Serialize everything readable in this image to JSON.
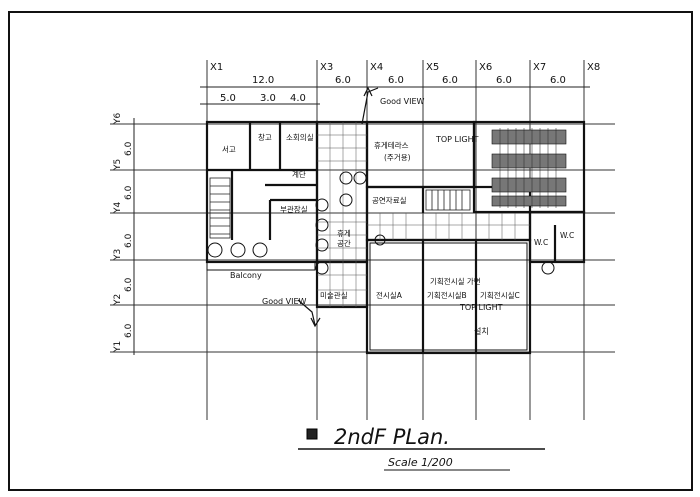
{
  "grid": {
    "x_labels": [
      "X1",
      "X3",
      "X4",
      "X5",
      "X6",
      "X7",
      "X8"
    ],
    "y_labels": [
      "Y1",
      "Y2",
      "Y3",
      "Y4",
      "Y5",
      "Y6"
    ],
    "spans_top": [
      "12.0",
      "6.0",
      "6.0",
      "6.0",
      "6.0",
      "6.0"
    ],
    "spans_sub": [
      "5.0",
      "3.0",
      "4.0"
    ],
    "spans_left": [
      "6.0",
      "6.0",
      "6.0",
      "6.0",
      "6.0"
    ]
  },
  "rooms": {
    "r1": "서고",
    "r2": "창고",
    "r3": "소회의실",
    "r4": "휴게테라스",
    "r4b": "(주거용)",
    "r5": "계단",
    "r6": "부관장실",
    "r7": "공연자료실",
    "r8": "휴게",
    "r8b": "공간",
    "r9": "미술관실",
    "r10": "전시실A",
    "r11": "기획전시실B",
    "r12": "기획전시실C",
    "r13": "기획전시실 가변",
    "r14": "W.C",
    "r15": "W.C"
  },
  "annotations": {
    "top_light_1": "TOP LIGHT",
    "top_light_2": "TOP LIGHT",
    "top_light_2b": "설치",
    "good_view_1": "Good VIEW",
    "good_view_2": "Good VIEW",
    "balcony": "Balcony"
  },
  "title": {
    "name": "2ndF PLan.",
    "scale": "Scale 1/200"
  }
}
